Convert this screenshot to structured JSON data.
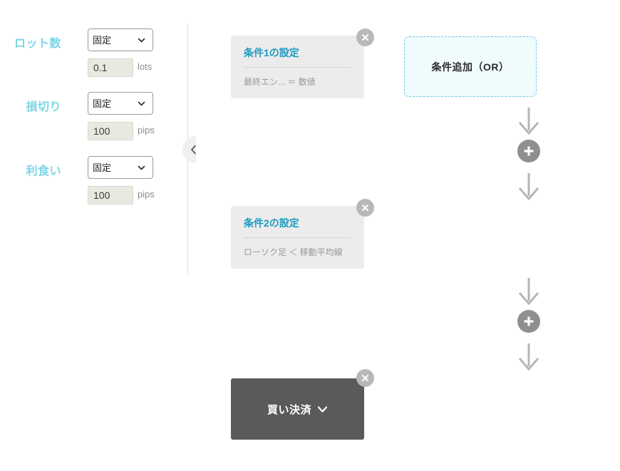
{
  "params": {
    "rows": [
      {
        "label": "ロット数",
        "select_value": "固定",
        "input_value": "0.1",
        "unit": "lots",
        "name": "lot-size"
      },
      {
        "label": "損切り",
        "select_value": "固定",
        "input_value": "100",
        "unit": "pips",
        "name": "stop-loss"
      },
      {
        "label": "利食い",
        "select_value": "固定",
        "input_value": "100",
        "unit": "pips",
        "name": "take-profit"
      }
    ],
    "select_options": [
      "固定"
    ],
    "label_color": "#7ed6e4"
  },
  "collapse": {
    "icon": "chevron-left-icon"
  },
  "flow": {
    "cards": [
      {
        "title": "条件1の設定",
        "body": "最終エン... ＝ 数値",
        "close_icon": "close-icon"
      },
      {
        "title": "条件2の設定",
        "body": "ローソク足 ＜ 移動平均線",
        "close_icon": "close-icon"
      }
    ],
    "connectors": [
      {
        "icon": "plus-icon",
        "arrow_icon": "arrow-down-icon"
      },
      {
        "icon": "plus-icon",
        "arrow_icon": "arrow-down-icon"
      }
    ],
    "action": {
      "label": "買い決済",
      "chevron_icon": "chevron-down-icon",
      "close_icon": "close-icon",
      "color": "#5a5a5a"
    },
    "title_color": "#1f9bbd",
    "card_bg": "#ececec"
  },
  "or_box": {
    "label": "条件追加（OR）",
    "border_color": "#6fc9e0",
    "bg_color": "#f0fbfe"
  }
}
